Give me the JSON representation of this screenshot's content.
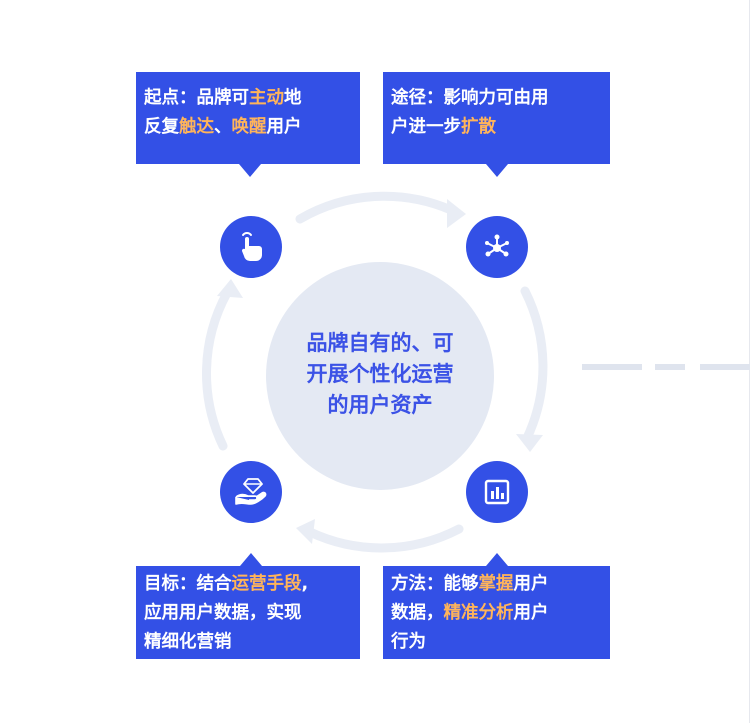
{
  "center": {
    "lines": [
      "品牌自有的、可",
      "开展个性化运营",
      "的用户资产"
    ]
  },
  "icons": {
    "top_left": "touch-hand-icon",
    "top_right": "network-hub-icon",
    "bottom_right": "bar-chart-icon",
    "bottom_left": "hand-diamond-icon"
  },
  "callouts": {
    "top_left": {
      "line1": {
        "label": "起点：",
        "text1": "品牌可",
        "hl1": "主动",
        "text2": "地"
      },
      "line2": {
        "text1": "反复",
        "hl1": "触达",
        "text2": "、",
        "hl2": "唤醒",
        "text3": "用户"
      }
    },
    "top_right": {
      "line1": {
        "label": "途径：",
        "text1": "影响力可由用"
      },
      "line2": {
        "text1": "户进一步",
        "hl1": "扩散"
      }
    },
    "bottom_left": {
      "line1": {
        "label": "目标：",
        "text1": "结合",
        "hl1": "运营手段",
        "text2": ","
      },
      "line2": {
        "text1": "应用用户数据，实现"
      },
      "line3": {
        "text1": "精细化营销"
      }
    },
    "bottom_right": {
      "line1": {
        "label": "方法：",
        "text1": "能够",
        "hl1": "掌握",
        "text2": "用户"
      },
      "line2": {
        "text1": "数据，",
        "hl1": "精准分析",
        "text2": "用户"
      },
      "line3": {
        "text1": "行为"
      }
    }
  },
  "colors": {
    "primary": "#3350e6",
    "highlight": "#ffb45a",
    "ring": "#e9edf5",
    "center_fill": "#e4e9f3"
  }
}
